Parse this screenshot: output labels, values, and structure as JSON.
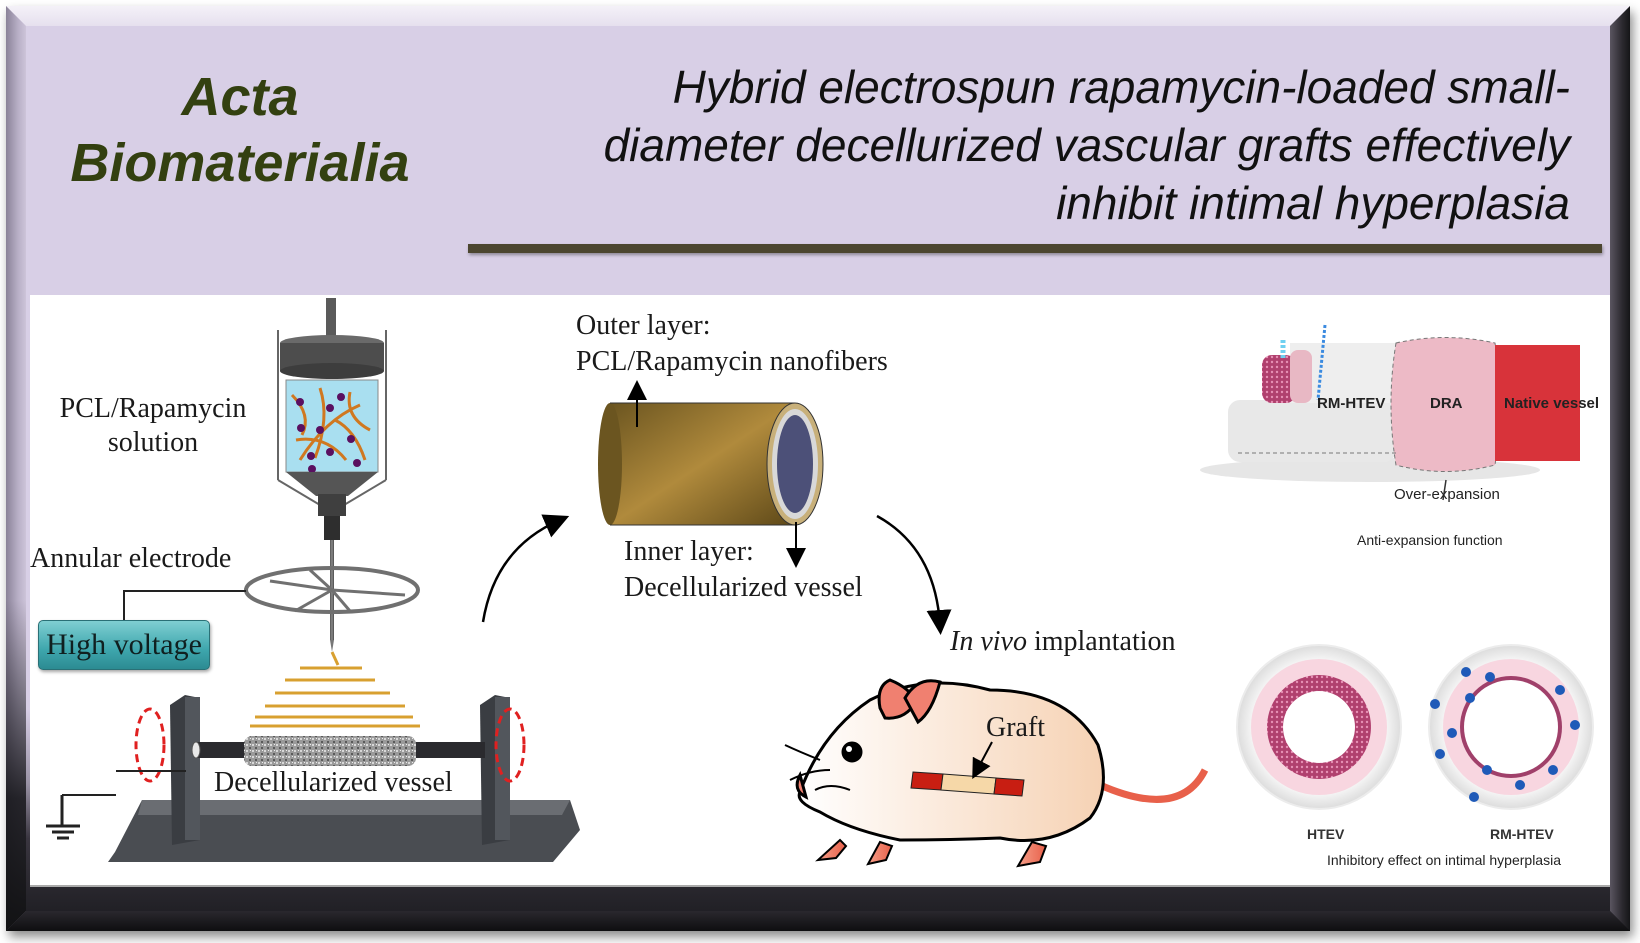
{
  "journal": {
    "line1": "Acta",
    "line2": "Biomaterialia"
  },
  "article_title": {
    "line1": "Hybrid electrospun rapamycin-loaded small-",
    "line2": "diameter decellurized vascular grafts effectively",
    "line3": "inhibit intimal hyperplasia"
  },
  "electrospinning": {
    "solution_label_line1": "PCL/Rapamycin",
    "solution_label_line2": "solution",
    "electrode_label": "Annular electrode",
    "high_voltage_label": "High voltage",
    "collector_label": "Decellularized vessel"
  },
  "graft_structure": {
    "outer_layer_line1": "Outer layer:",
    "outer_layer_line2": "PCL/Rapamycin nanofibers",
    "inner_layer_line1": "Inner layer:",
    "inner_layer_line2": "Decellularized vessel"
  },
  "implantation": {
    "label_italic": "In vivo",
    "label_rest": " implantation",
    "graft_label": "Graft"
  },
  "anti_expansion": {
    "segment_rm_htev": "RM-HTEV",
    "segment_dra": "DRA",
    "segment_native": "Native vessel",
    "over_expansion_label": "Over-expansion",
    "caption": "Anti-expansion function"
  },
  "hyperplasia": {
    "left_label": "HTEV",
    "right_label": "RM-HTEV",
    "caption": "Inhibitory effect on intimal hyperplasia"
  },
  "colors": {
    "header_bg": "#d8cfe6",
    "journal_text": "#334010",
    "rule": "#4c4630",
    "high_voltage": "#3ea6ad",
    "graft_red": "#c81e12",
    "native_vessel": "#d8333a",
    "rotation_arrow": "#e02020"
  }
}
